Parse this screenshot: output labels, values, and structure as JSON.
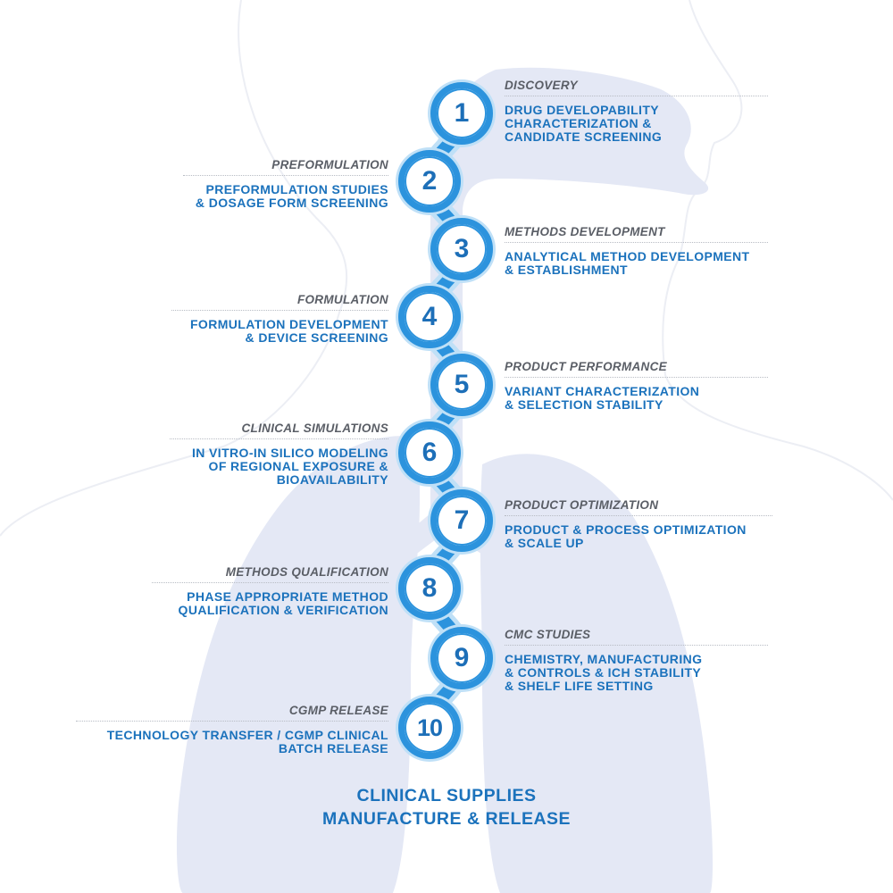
{
  "steps": [
    {
      "number": "1",
      "phase": "DISCOVERY",
      "lines": [
        "DRUG DEVELOPABILITY",
        "CHARACTERIZATION &",
        "CANDIDATE SCREENING"
      ]
    },
    {
      "number": "2",
      "phase": "PREFORMULATION",
      "lines": [
        "PREFORMULATION STUDIES",
        "& DOSAGE FORM SCREENING"
      ]
    },
    {
      "number": "3",
      "phase": "METHODS DEVELOPMENT",
      "lines": [
        "ANALYTICAL METHOD DEVELOPMENT",
        "& ESTABLISHMENT"
      ]
    },
    {
      "number": "4",
      "phase": "FORMULATION",
      "lines": [
        "FORMULATION DEVELOPMENT",
        "& DEVICE SCREENING"
      ]
    },
    {
      "number": "5",
      "phase": "PRODUCT PERFORMANCE",
      "lines": [
        "VARIANT CHARACTERIZATION",
        "& SELECTION STABILITY"
      ]
    },
    {
      "number": "6",
      "phase": "CLINICAL SIMULATIONS",
      "lines": [
        "IN VITRO-IN SILICO MODELING",
        "OF REGIONAL EXPOSURE &",
        "BIOAVAILABILITY"
      ]
    },
    {
      "number": "7",
      "phase": "PRODUCT OPTIMIZATION",
      "lines": [
        "PRODUCT & PROCESS OPTIMIZATION",
        "& SCALE UP"
      ]
    },
    {
      "number": "8",
      "phase": "METHODS QUALIFICATION",
      "lines": [
        "PHASE APPROPRIATE METHOD",
        "QUALIFICATION & VERIFICATION"
      ]
    },
    {
      "number": "9",
      "phase": "CMC STUDIES",
      "lines": [
        "CHEMISTRY, MANUFACTURING",
        "& CONTROLS & ICH STABILITY",
        "& SHELF LIFE SETTING"
      ]
    },
    {
      "number": "10",
      "phase": "CGMP RELEASE",
      "lines": [
        "TECHNOLOGY TRANSFER / CGMP CLINICAL",
        "BATCH RELEASE"
      ]
    }
  ],
  "footer": {
    "line1": "CLINICAL SUPPLIES",
    "line2": "MANUFACTURE & RELEASE"
  },
  "colors": {
    "accent_blue": "#1b72bc",
    "ring_blue": "#2c93dd",
    "phase_gray": "#5a5e66",
    "silhouette": "#e4e8f5"
  }
}
